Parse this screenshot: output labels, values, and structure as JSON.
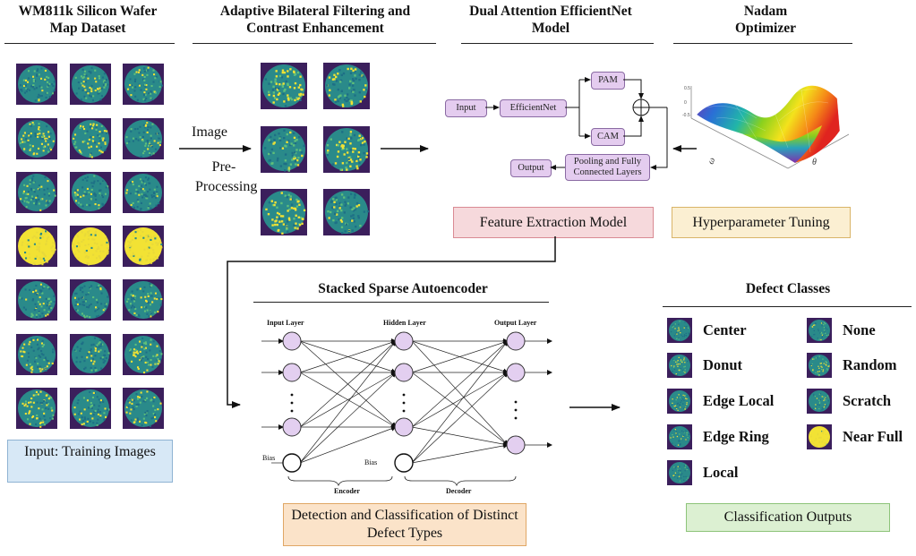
{
  "stages": {
    "dataset_title": "WM811k Silicon Wafer Map Dataset",
    "filter_title": "Adaptive Bilateral Filtering and Contrast Enhancement",
    "model_title": "Dual Attention EfficientNet Model",
    "optimizer_title": "Nadam Optimizer",
    "ssa_title": "Stacked Sparse Autoencoder",
    "defect_title": "Defect Classes"
  },
  "labels": {
    "image": "Image",
    "preprocessing": "Pre-Processing",
    "input_box": "Input: Training Images",
    "feature_box": "Feature Extraction Model",
    "hyper_box": "Hyperparameter Tuning",
    "detect_box": "Detection and Classification of Distinct Defect Types",
    "cls_box": "Classification Outputs"
  },
  "efficientnet": {
    "input": "Input",
    "backbone": "EfficientNet",
    "pam": "PAM",
    "cam": "CAM",
    "pooling": "Pooling and Fully Connected Layers",
    "output": "Output"
  },
  "autoencoder": {
    "input_layer": "Input Layer",
    "hidden_layer": "Hidden Layer",
    "output_layer": "Output Layer",
    "bias": "Bias",
    "encoder": "Encoder",
    "decoder": "Decoder"
  },
  "defect_classes": [
    "Center",
    "Donut",
    "Edge Local",
    "Edge Ring",
    "Local",
    "None",
    "Random",
    "Scratch",
    "Near Full"
  ],
  "colors": {
    "wafer_bg": "#3b1f5c",
    "wafer_base": "#2a8a8a",
    "wafer_yellow": "#f2e234",
    "node_fill": "#e3cff0",
    "feature_fill": "#f6d9dc",
    "hyper_fill": "#fbefd2",
    "input_fill": "#d7e8f6",
    "detect_fill": "#fbe3c9",
    "cls_fill": "#dcf0d2"
  }
}
